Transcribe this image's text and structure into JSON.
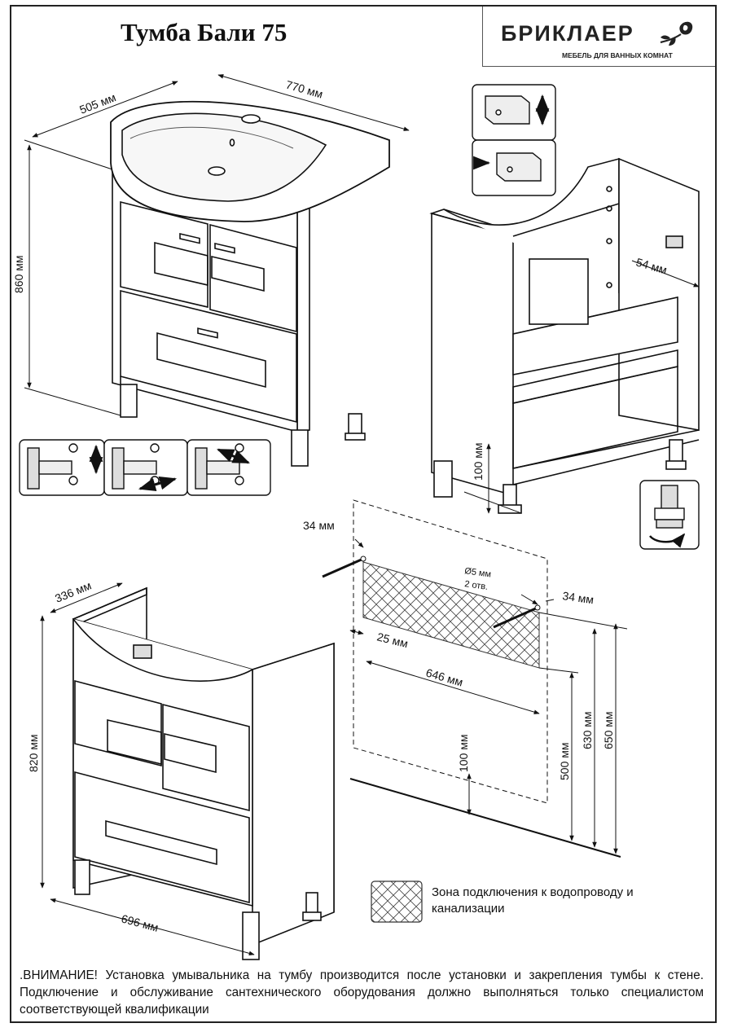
{
  "header": {
    "title": "Тумба Бали 75",
    "brand_name": "БРИКЛАЕР",
    "brand_tagline": "МЕБЕЛЬ ДЛЯ ВАННЫХ КОМНАТ",
    "logo_icon": "rose-icon"
  },
  "dimensions": {
    "depth_top": "505 мм",
    "width_top": "770 мм",
    "height_top": "860 мм",
    "side_gap": "54 мм",
    "leg_height": "100 мм",
    "depth_bottom": "336 мм",
    "height_bottom": "820 мм",
    "width_bottom": "696 мм"
  },
  "wall_scheme": {
    "offset_left": "34 мм",
    "offset_right": "34 мм",
    "hole_diameter": "Ø5 мм",
    "hole_count": "2 отв.",
    "zone_offset": "25 мм",
    "zone_width": "646 мм",
    "floor_gap": "100 мм",
    "height_500": "500 мм",
    "height_630": "630 мм",
    "height_650": "650 мм"
  },
  "legend": {
    "zone_label": "Зона подключения к водопроводу и канализации"
  },
  "notice": {
    "text": ".ВНИМАНИЕ! Установка умывальника на тумбу производится после установки и закрепления тумбы к стене. Подключение и обслуживание сантехнического оборудования должно выполняться только специалистом соответствующей квалификации"
  }
}
